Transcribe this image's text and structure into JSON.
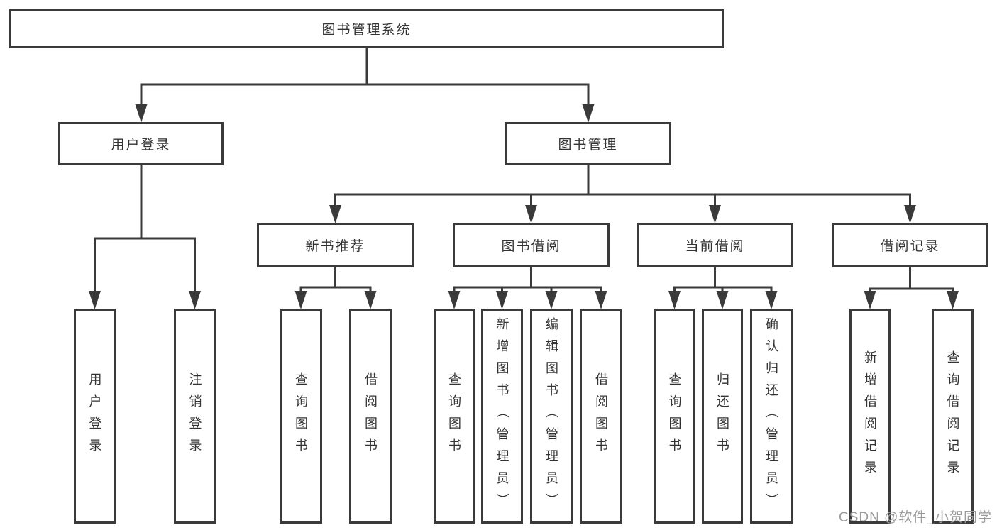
{
  "page": {
    "background": "#ffffff"
  },
  "colors": {
    "line": "#3a3a3a",
    "box_border": "#3a3a3a",
    "text": "#333333",
    "watermark": "#9b9b9b"
  },
  "watermark": {
    "text": "CSDN @软件_小贺同学"
  },
  "tree": {
    "label": "图书管理系统",
    "children": [
      {
        "label": "用户登录",
        "children": [
          {
            "label": "用户登录"
          },
          {
            "label": "注销登录"
          }
        ]
      },
      {
        "label": "图书管理",
        "children": [
          {
            "label": "新书推荐",
            "children": [
              {
                "label": "查询图书"
              },
              {
                "label": "借阅图书"
              }
            ]
          },
          {
            "label": "图书借阅",
            "children": [
              {
                "label": "查询图书"
              },
              {
                "label": "新增图书（管理员）"
              },
              {
                "label": "编辑图书（管理员）"
              },
              {
                "label": "借阅图书"
              }
            ]
          },
          {
            "label": "当前借阅",
            "children": [
              {
                "label": "查询图书"
              },
              {
                "label": "归还图书"
              },
              {
                "label": "确认归还（管理员）"
              }
            ]
          },
          {
            "label": "借阅记录",
            "children": [
              {
                "label": "新增借阅记录"
              },
              {
                "label": "查询借阅记录"
              }
            ]
          }
        ]
      }
    ]
  }
}
